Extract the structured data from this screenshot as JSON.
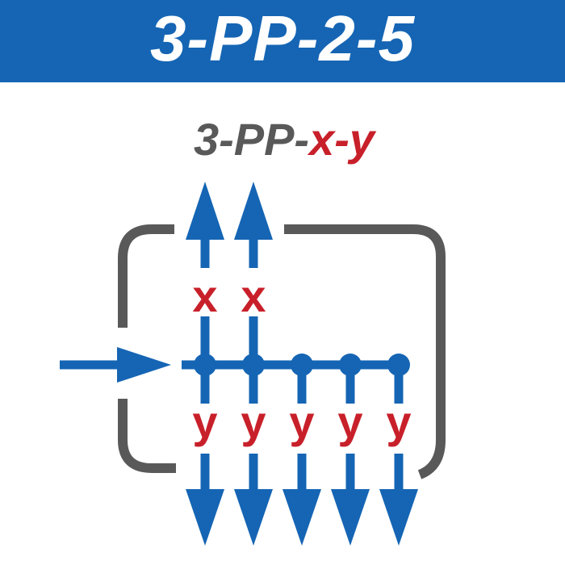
{
  "header": {
    "title": "3-PP-2-5"
  },
  "formula": {
    "prefix": "3-PP-",
    "x_part": "x",
    "separator": "-",
    "y_part": "y"
  },
  "labels": {
    "x": [
      "x",
      "x"
    ],
    "y": [
      "y",
      "y",
      "y",
      "y",
      "y"
    ]
  },
  "colors": {
    "header_bg": "#1565b4",
    "blue": "#1565b4",
    "red": "#c8202a",
    "gray": "#595959",
    "white": "#ffffff"
  },
  "icons": {
    "input": "arrow-right-icon",
    "x_outputs": "arrow-up-icon",
    "y_outputs": "arrow-down-icon",
    "nodes": "junction-dot-icon"
  }
}
